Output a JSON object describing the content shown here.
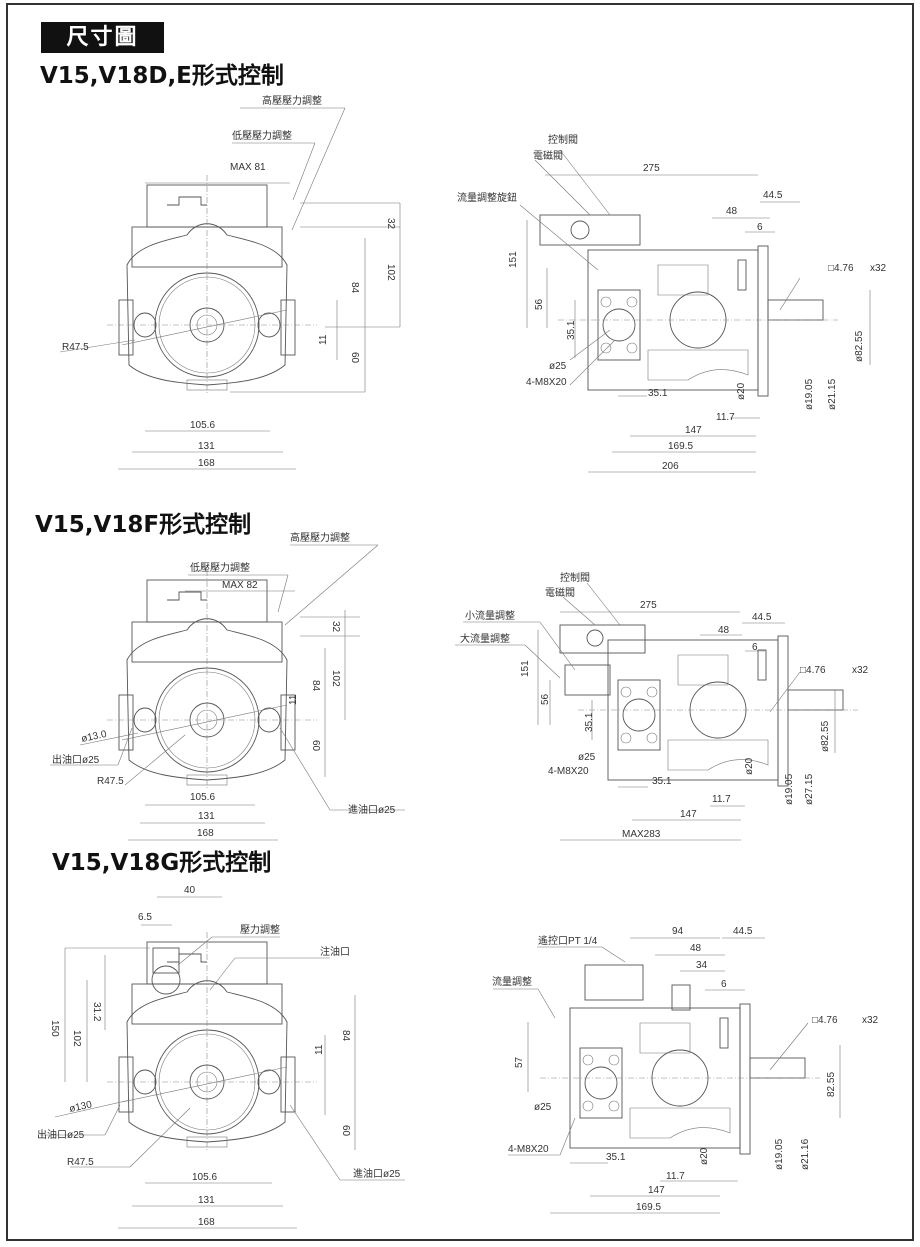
{
  "header": {
    "title": "尺寸圖"
  },
  "sections": [
    {
      "title": "V15,V18D,E形式控制",
      "front": {
        "labels": {
          "high_pressure": "高壓壓力調整",
          "low_pressure": "低壓壓力調整",
          "max": "MAX 81",
          "radius": "R47.5"
        },
        "dims": {
          "d32": "32",
          "d102": "102",
          "d84": "84",
          "d60": "60",
          "d11": "11",
          "w105": "105.6",
          "w131": "131",
          "w168": "168"
        }
      },
      "side": {
        "labels": {
          "control_valve": "控制閥",
          "solenoid_valve": "電磁閥",
          "flow_knob": "流量調整旋鈕",
          "bore": "ø25",
          "bolts": "4-M8X20",
          "key": "□4.76",
          "key_len": "x32"
        },
        "dims": {
          "d275": "275",
          "d44": "44.5",
          "d48": "48",
          "d6": "6",
          "d151": "151",
          "d56": "56",
          "d35v": "35.1",
          "d35h": "35.1",
          "d20": "ø20",
          "d11_7": "11.7",
          "d147": "147",
          "d169": "169.5",
          "d206": "206",
          "d19": "ø19.05",
          "d21": "ø21.15",
          "d82": "ø82.55"
        }
      }
    },
    {
      "title": "V15,V18F形式控制",
      "front": {
        "labels": {
          "high_pressure": "高壓壓力調整",
          "low_pressure": "低壓壓力調整",
          "max": "MAX 82",
          "bolt_circle": "ø13.0",
          "outlet": "出油口ø25",
          "radius": "R47.5",
          "inlet": "進油口ø25"
        },
        "dims": {
          "d32": "32",
          "d102": "102",
          "d84": "84",
          "d60": "60",
          "d11": "11",
          "w105": "105.6",
          "w131": "131",
          "w168": "168"
        }
      },
      "side": {
        "labels": {
          "control_valve": "控制閥",
          "solenoid_valve": "電磁閥",
          "small_flow": "小流量調整",
          "large_flow": "大流量調整",
          "bore": "ø25",
          "bolts": "4-M8X20",
          "key": "□4.76",
          "key_len": "x32"
        },
        "dims": {
          "d275": "275",
          "d44": "44.5",
          "d48": "48",
          "d6": "6",
          "d151": "151",
          "d56": "56",
          "d35v": "35.1",
          "d35h": "35.1",
          "d20": "ø20",
          "d11_7": "11.7",
          "d147": "147",
          "dmax": "MAX283",
          "d19": "ø19.05",
          "d21": "ø27.15",
          "d82": "ø82.55"
        }
      }
    },
    {
      "title": "V15,V18G形式控制",
      "front": {
        "labels": {
          "pressure_adj": "壓力調整",
          "fill_port": "注油口",
          "bolt_circle": "ø130",
          "outlet": "出油口ø25",
          "radius": "R47.5",
          "inlet": "進油口ø25"
        },
        "dims": {
          "d40": "40",
          "d6_5": "6.5",
          "d150": "150",
          "d102": "102",
          "d31": "31.2",
          "d84": "84",
          "d11": "11",
          "d60": "60",
          "w105": "105.6",
          "w131": "131",
          "w168": "168"
        }
      },
      "side": {
        "labels": {
          "remote_port": "遙控口PT 1/4",
          "flow_adj": "流量調整",
          "bore": "ø25",
          "bolts": "4-M8X20",
          "key": "□4.76",
          "key_len": "x32"
        },
        "dims": {
          "d94": "94",
          "d44": "44.5",
          "d48": "48",
          "d34": "34",
          "d6": "6",
          "d57": "57",
          "d35h": "35.1",
          "d20": "ø20",
          "d11_7": "11.7",
          "d147": "147",
          "d169": "169.5",
          "d19": "ø19.05",
          "d21": "ø21.16",
          "d82": "82.55"
        }
      }
    }
  ]
}
